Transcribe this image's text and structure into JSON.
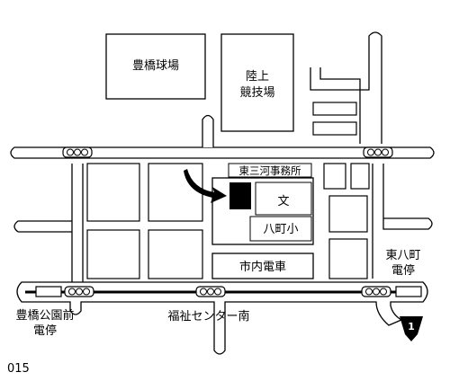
{
  "map": {
    "landmarks": {
      "toyohashi_stadium": "豊橋球場",
      "athletics_line1": "陸上",
      "athletics_line2": "競技場",
      "higashi_mikawa_office": "東三河事務所",
      "school_symbol": "文",
      "hacchou_school": "八町小",
      "tram_label": "市内電車"
    },
    "stations": {
      "toyohashi_koenmae_line1": "豊橋公園前",
      "toyohashi_koenmae_line2": "電停",
      "fukushi_center_minami": "福祉センター南",
      "higashi_hacchou_line1": "東八町",
      "higashi_hacchou_line2": "電停"
    },
    "route_marker": "1",
    "page_number": "015"
  },
  "colors": {
    "ink": "#000000",
    "paper": "#ffffff"
  }
}
